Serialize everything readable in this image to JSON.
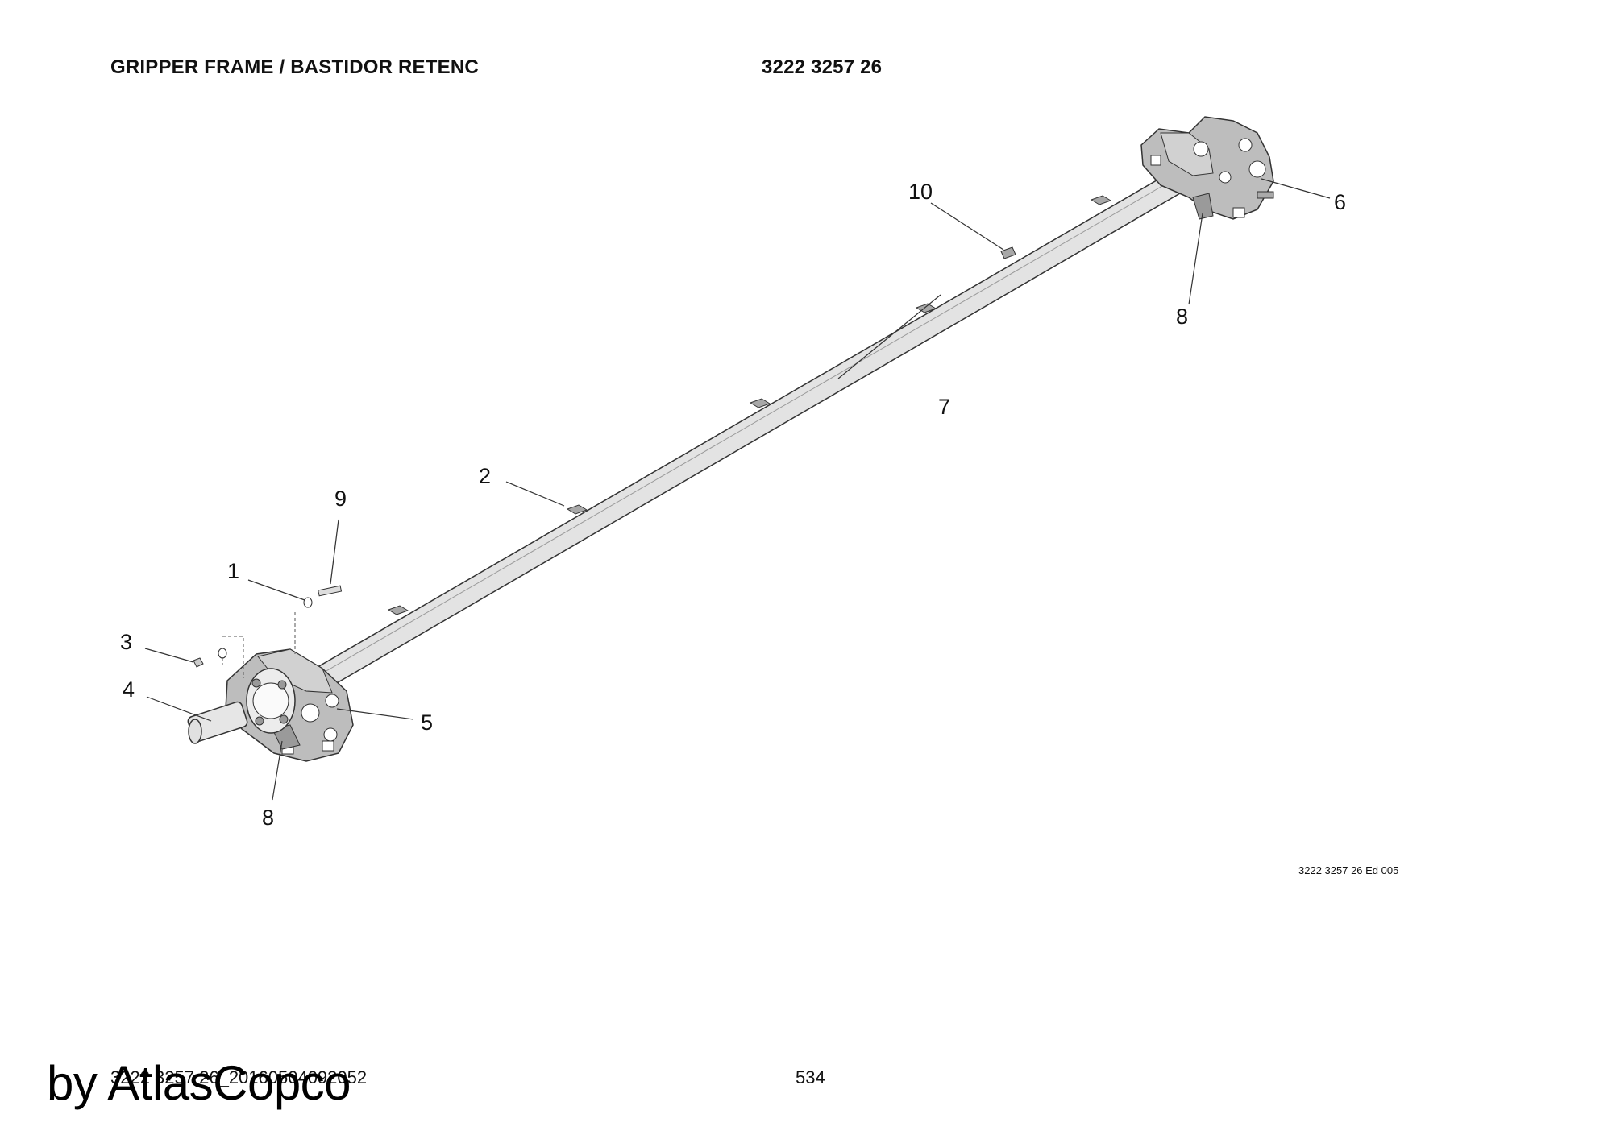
{
  "header": {
    "title": "GRIPPER FRAME / BASTIDOR RETENC",
    "part_number": "3222 3257 26"
  },
  "callouts": {
    "c1": "1",
    "c2": "2",
    "c3": "3",
    "c4": "4",
    "c5": "5",
    "c6": "6",
    "c7": "7",
    "c8a": "8",
    "c8b": "8",
    "c9": "9",
    "c10": "10"
  },
  "drawing_ref": "3222 3257 26 Ed 005",
  "footer": {
    "doc_id": "3222 3257 26_20160504092052",
    "page_number": "534",
    "watermark": "by AtlasCopco"
  },
  "colors": {
    "tube_fill": "#e3e3e3",
    "plate_fill": "#b9b9b9",
    "plate_dark": "#8f8f8f",
    "line": "#333333"
  }
}
